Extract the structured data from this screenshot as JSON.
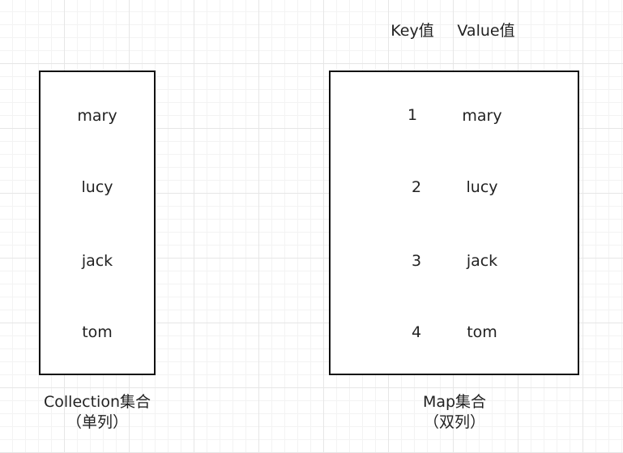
{
  "collection": {
    "items": [
      "mary",
      "lucy",
      "jack",
      "tom"
    ],
    "caption_line1": "Collection集合",
    "caption_line2": "（单列）"
  },
  "map": {
    "key_header": "Key值",
    "value_header": "Value值",
    "entries": [
      {
        "key": "1",
        "value": "mary"
      },
      {
        "key": "2",
        "value": "lucy"
      },
      {
        "key": "3",
        "value": "jack"
      },
      {
        "key": "4",
        "value": "tom"
      }
    ],
    "caption_line1": "Map集合",
    "caption_line2": "（双列）"
  }
}
